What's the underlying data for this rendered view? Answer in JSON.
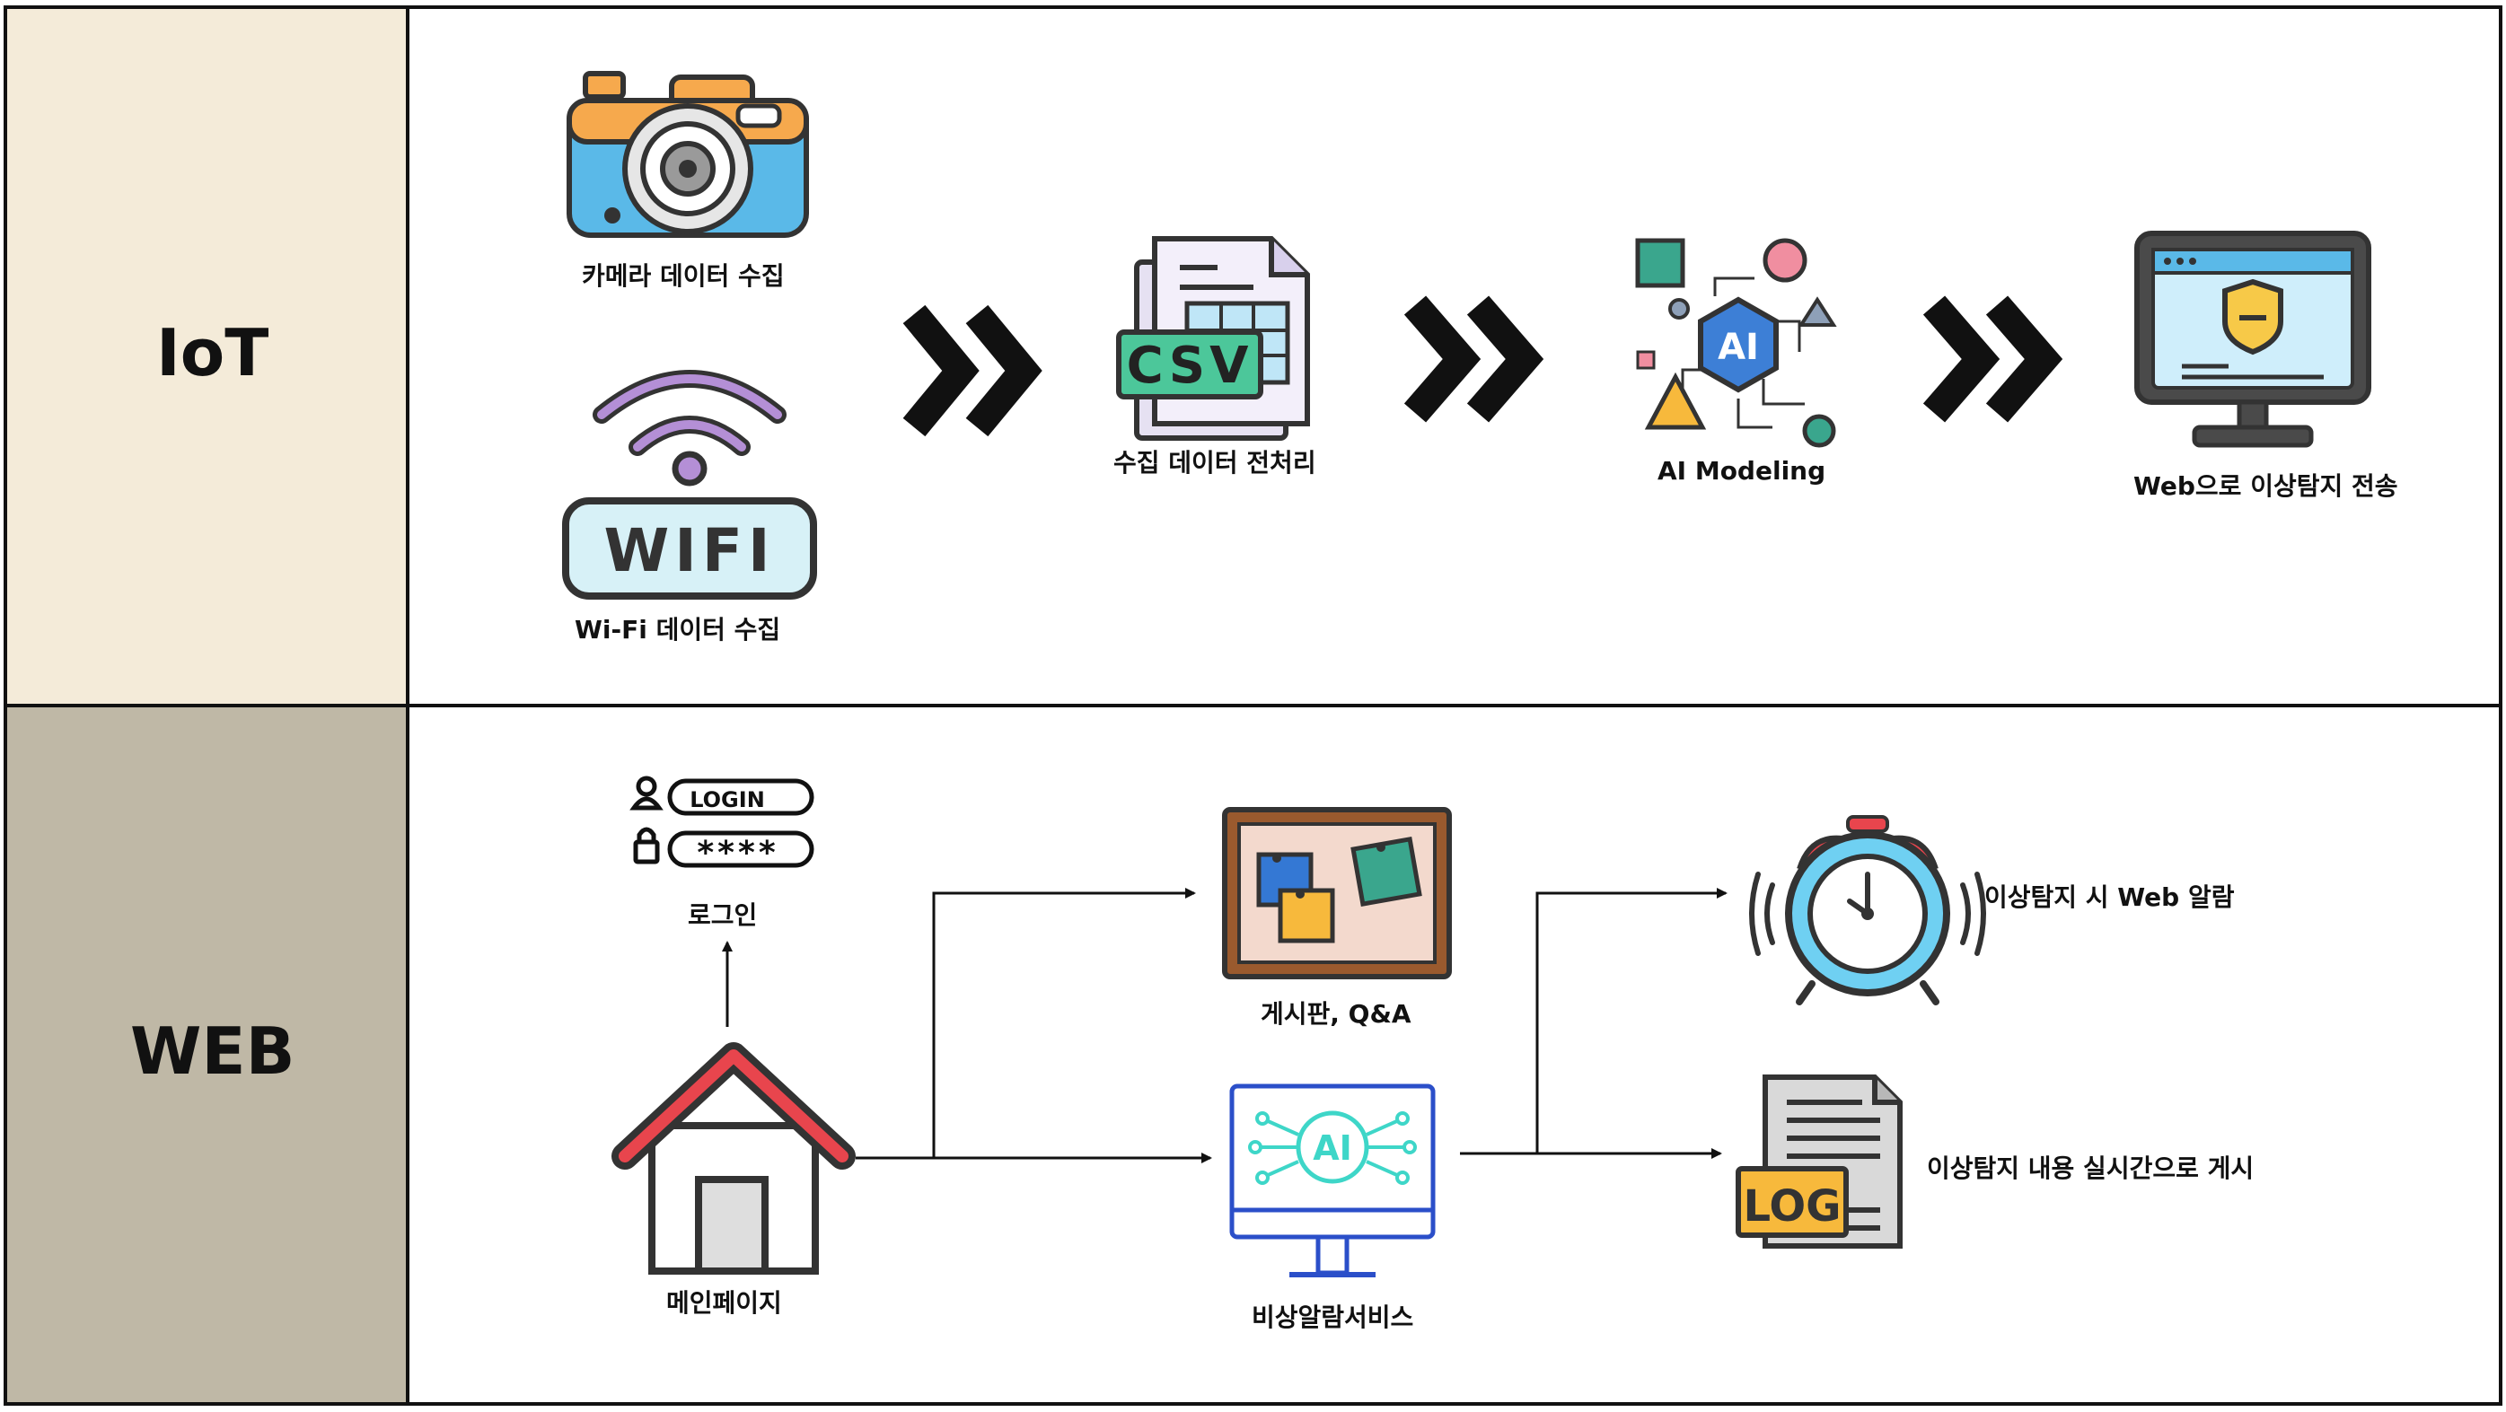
{
  "lanes": {
    "iot": {
      "title": "IoT",
      "bg": "#f4ebd9"
    },
    "web": {
      "title": "WEB",
      "bg": "#bfb8a6"
    }
  },
  "iot": {
    "camera_label": "카메라 데이터 수집",
    "wifi_label": "Wi-Fi 데이터 수집",
    "wifi_icon_text": "WIFI",
    "csv_label": "수집 데이터 전처리",
    "csv_icon_text": "CSV",
    "ai_label": "AI Modeling",
    "ai_icon_text": "AI",
    "web_label": "Web으로 이상탐지 전송"
  },
  "web": {
    "login_label": "로그인",
    "login_field_text": "LOGIN",
    "password_field_text": "****",
    "main_label": "메인페이지",
    "board_label": "게시판, Q&A",
    "alarm_service_label": "비상알람서비스",
    "alarm_service_icon_text": "AI",
    "web_alarm_label": "이상탐지 시 Web 알람",
    "log_label": "이상탐지 내용 실시간으로 게시",
    "log_icon_text": "LOG"
  },
  "icons": {
    "camera": "camera-icon",
    "wifi": "wifi-icon",
    "csv": "csv-file-icon",
    "ai": "ai-chip-icon",
    "monitor": "monitor-shield-icon",
    "login": "login-form-icon",
    "home": "house-icon",
    "board": "bulletin-board-icon",
    "alarm_monitor": "ai-monitor-icon",
    "clock": "alarm-clock-icon",
    "log": "log-file-icon"
  }
}
